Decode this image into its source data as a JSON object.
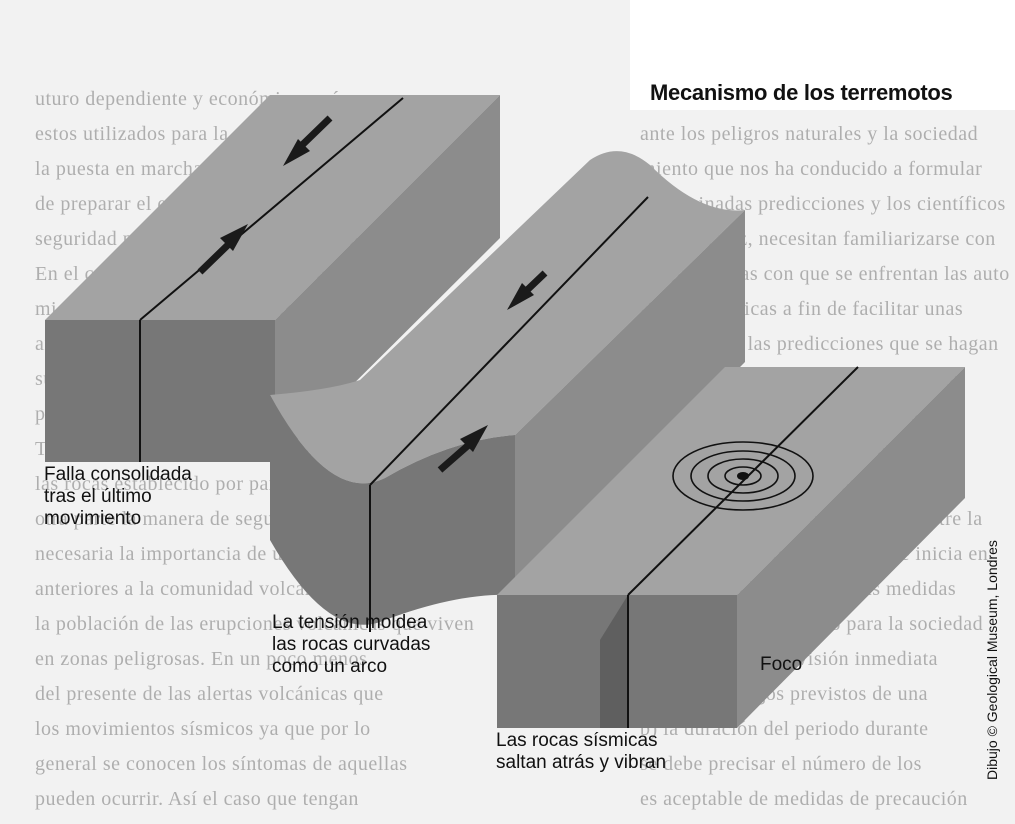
{
  "title": "Mecanismo de los terremotos",
  "captions": [
    "Falla consolidada\ntras el último\nmovimiento",
    "La tensión moldea\nlas rocas curvadas\ncomo un arco",
    "Las rocas sísmicas\nsaltan atrás y vibran"
  ],
  "foco_label": "Foco",
  "credit": "Dibujo © Geological Museum, Londres",
  "colors": {
    "block_top": "#9b9b9b",
    "block_front": "#6f6f6f",
    "block_side": "#858585",
    "arrow": "#1a1a1a"
  }
}
